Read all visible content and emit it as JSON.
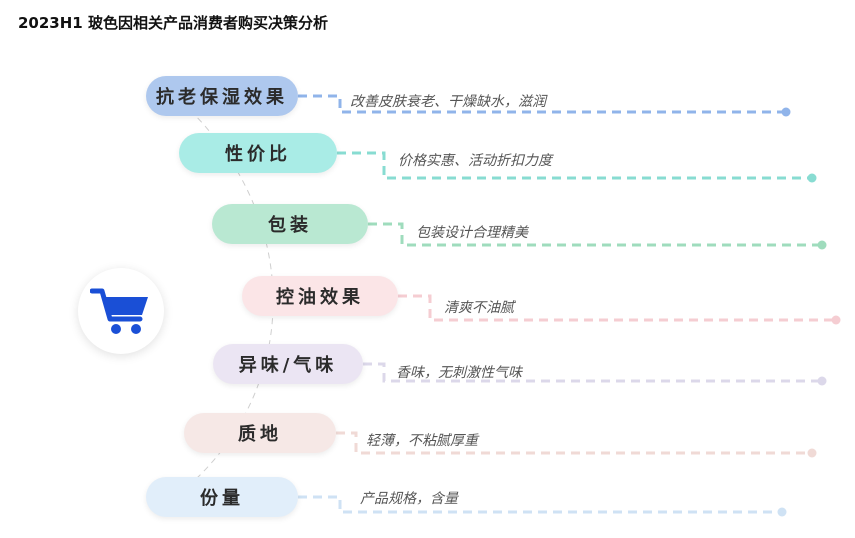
{
  "title": "2023H1 玻色因相关产品消费者购买决策分析",
  "center_icon": "shopping-cart-icon",
  "factors": [
    {
      "label": "抗老保湿效果",
      "description": "改善皮肤衰老、干燥缺水，滋润",
      "color": "#aec8ee",
      "line_color": "#90b4ea"
    },
    {
      "label": "性价比",
      "description": "价格实惠、活动折扣力度",
      "color": "#a9ece6",
      "line_color": "#88dcd2"
    },
    {
      "label": "包装",
      "description": "包装设计合理精美",
      "color": "#b9e8d2",
      "line_color": "#9fdcbd"
    },
    {
      "label": "控油效果",
      "description": "清爽不油腻",
      "color": "#fbe5e7",
      "line_color": "#f5cdd2"
    },
    {
      "label": "异味/气味",
      "description": "香味，无刺激性气味",
      "color": "#ebe5f3",
      "line_color": "#dcd8ea"
    },
    {
      "label": "质地",
      "description": "轻薄，不粘腻厚重",
      "color": "#f6e8e6",
      "line_color": "#f0dad6"
    },
    {
      "label": "份量",
      "description": "产品规格，含量",
      "color": "#e1eefa",
      "line_color": "#cfe2f4"
    }
  ]
}
